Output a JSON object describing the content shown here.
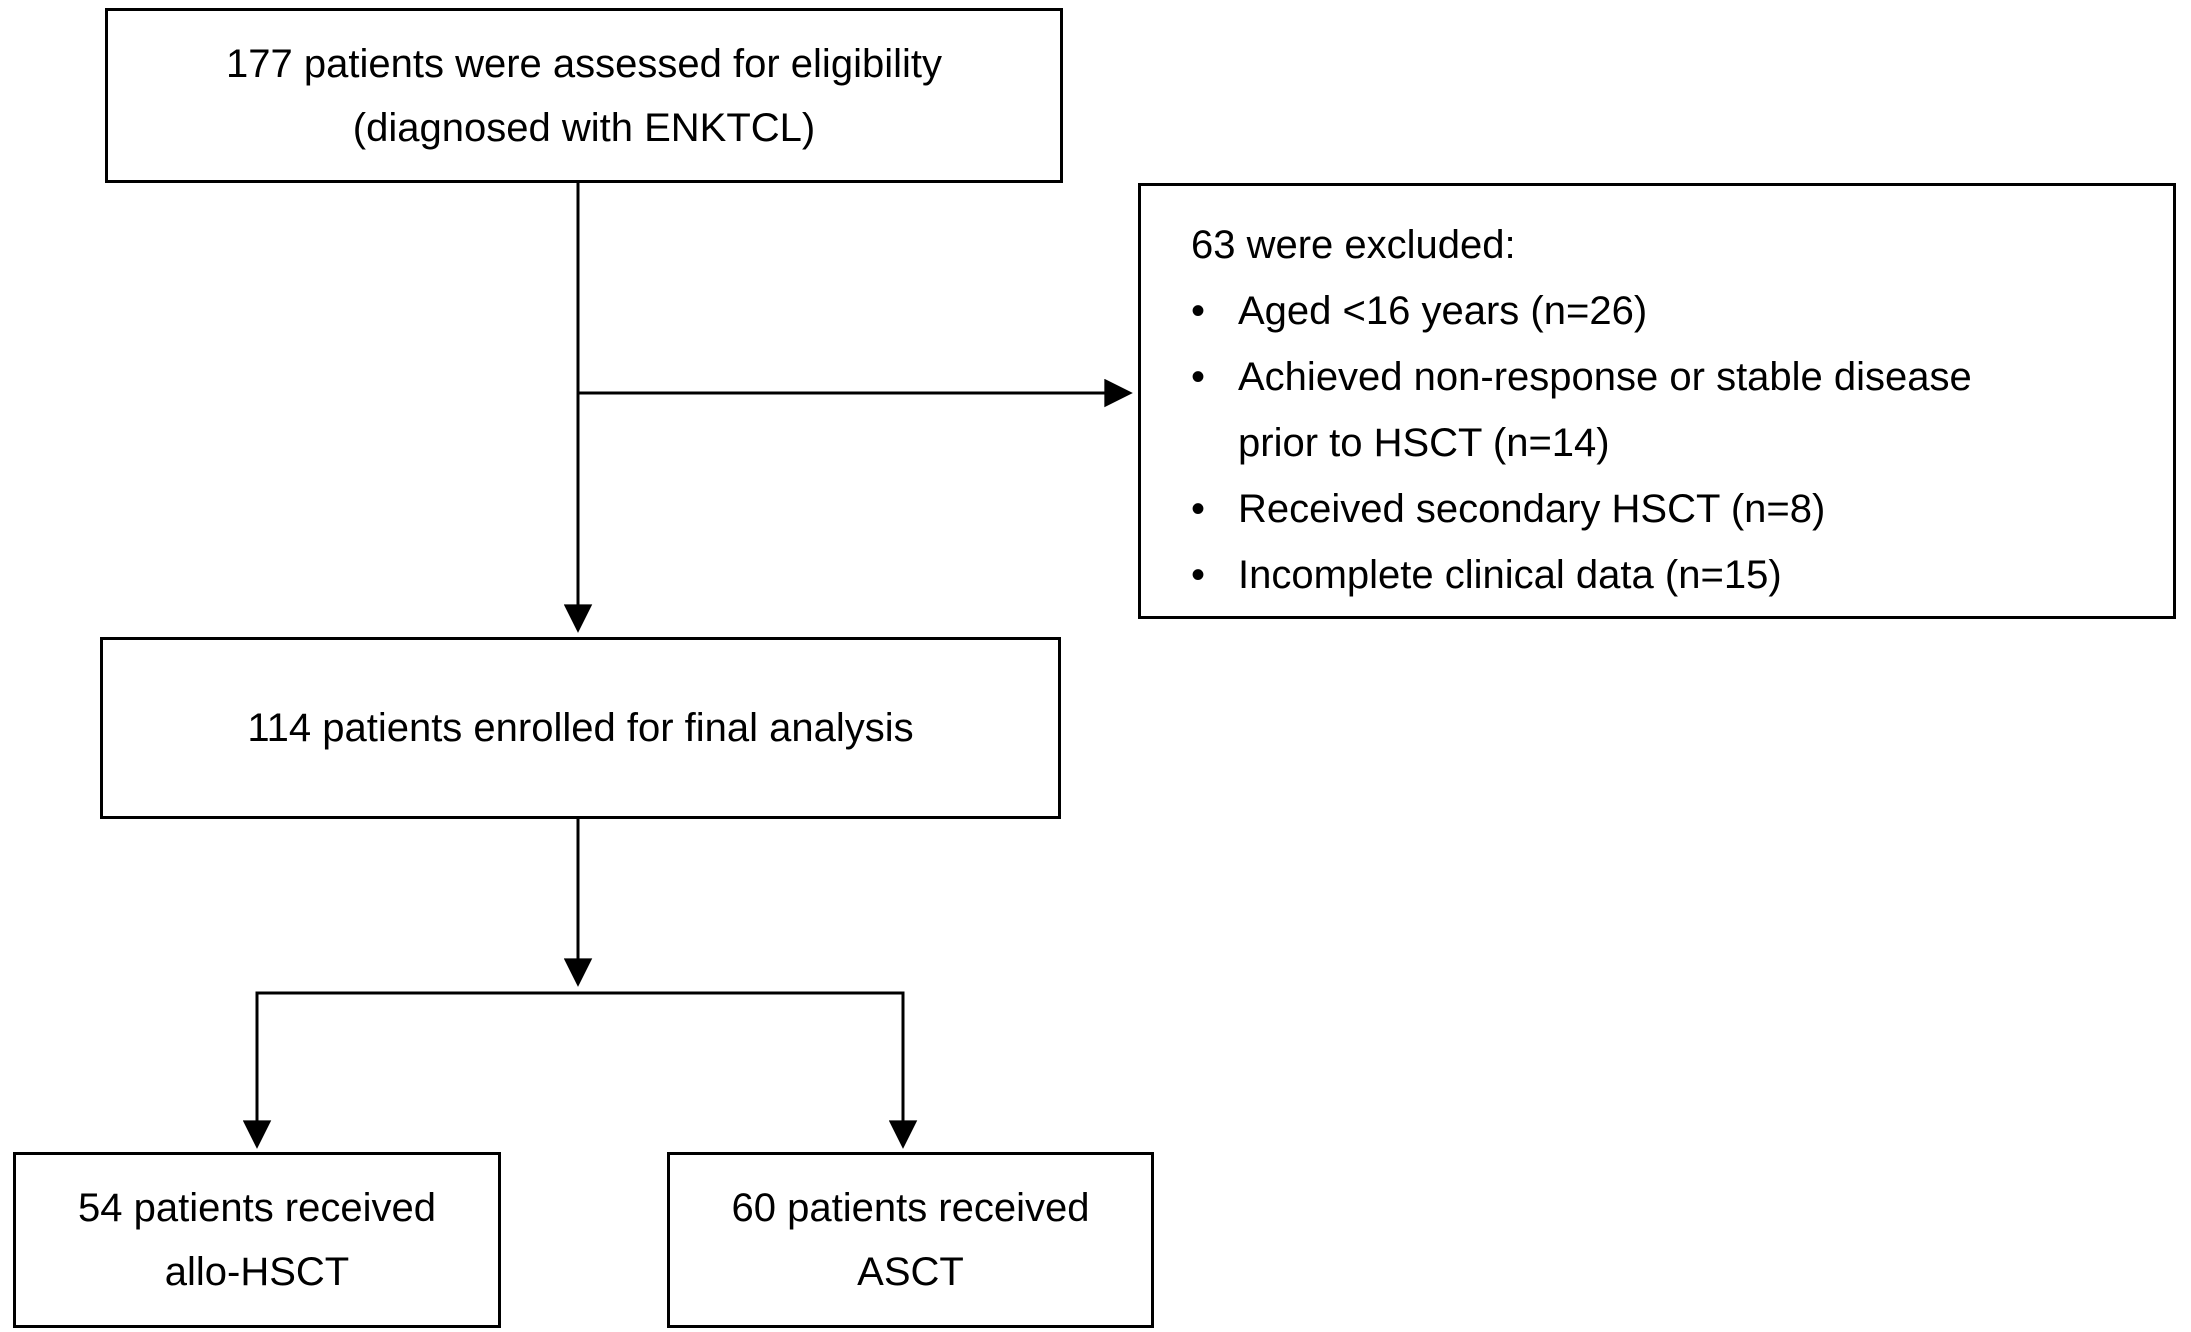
{
  "flowchart": {
    "assessed_box": {
      "lines": [
        "177 patients were assessed for eligibility",
        "(diagnosed with ENKTCL)"
      ]
    },
    "excluded_box": {
      "heading": "63 were excluded:",
      "bullet_glyph": "•",
      "items": [
        {
          "lines": [
            "Aged <16 years (n=26)",
            ""
          ]
        },
        {
          "lines": [
            "Achieved non-response or stable disease",
            "prior to HSCT (n=14)"
          ]
        },
        {
          "lines": [
            "Received secondary HSCT (n=8)",
            ""
          ]
        },
        {
          "lines": [
            "Incomplete clinical data (n=15)",
            ""
          ]
        }
      ]
    },
    "enrolled_box": {
      "lines": [
        "114 patients enrolled for final analysis"
      ]
    },
    "allo_box": {
      "lines": [
        "54 patients received",
        "allo-HSCT"
      ]
    },
    "asct_box": {
      "lines": [
        "60 patients received",
        "ASCT"
      ]
    },
    "colors": {
      "line": "#000000",
      "box_border": "#000000",
      "background": "#ffffff",
      "text": "#000000"
    }
  }
}
